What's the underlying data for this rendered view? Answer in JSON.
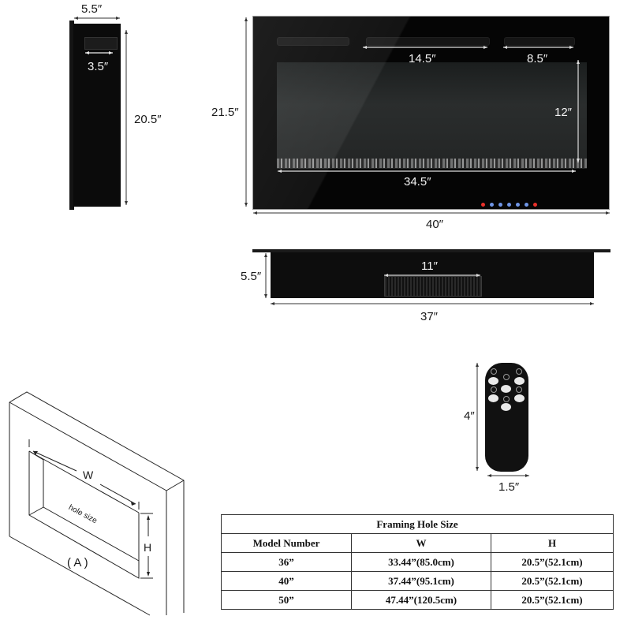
{
  "side_view": {
    "depth": "5.5″",
    "vent_width": "3.5″",
    "height": "20.5″"
  },
  "front_view": {
    "overall_height": "21.5″",
    "overall_width": "40″",
    "center_vent_width": "14.5″",
    "right_vent_width": "8.5″",
    "flame_height": "12″",
    "flame_width": "34.5″",
    "control_panel": {
      "icons": [
        "timer-icon",
        "light-icon",
        "flame-icon",
        "heat-icon",
        "drop-icon",
        "snow-icon",
        "power-icon"
      ],
      "colors": [
        "#e8302a",
        "#4a7bd8",
        "#4a7bd8",
        "#4a7bd8",
        "#4a7bd8",
        "#4a7bd8",
        "#e8302a"
      ]
    }
  },
  "top_view": {
    "depth": "5.5″",
    "grille_width": "11″",
    "body_width": "37″"
  },
  "remote": {
    "height": "4″",
    "width": "1.5″"
  },
  "framing_diagram": {
    "width_label": "W",
    "height_label": "H",
    "hole_label": "hole size",
    "figure_label": "( A )"
  },
  "framing_table": {
    "title": "Framing Hole Size",
    "headers": [
      "Model Number",
      "W",
      "H"
    ],
    "rows": [
      [
        "36”",
        "33.44”(85.0cm)",
        "20.5”(52.1cm)"
      ],
      [
        "40”",
        "37.44”(95.1cm)",
        "20.5”(52.1cm)"
      ],
      [
        "50”",
        "47.44”(120.5cm)",
        "20.5”(52.1cm)"
      ]
    ]
  }
}
